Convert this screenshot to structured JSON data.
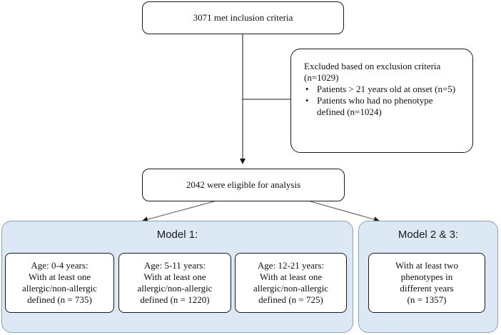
{
  "top_box": {
    "text": "3071 met inclusion criteria"
  },
  "exclusion_box": {
    "heading": "Excluded based on exclusion criteria (n=1029)",
    "items": [
      "Patients > 21 years old at onset (n=5)",
      "Patients who had no phenotype defined (n=1024)"
    ]
  },
  "eligible_box": {
    "text": "2042 were eligible for analysis"
  },
  "model1": {
    "title": "Model 1:",
    "groups": [
      {
        "lines": [
          "Age: 0-4 years:",
          "With at least one",
          "allergic/non-allergic",
          "defined (n = 735)"
        ]
      },
      {
        "lines": [
          "Age: 5-11 years:",
          "With at least one",
          "allergic/non-allergic",
          "defined (n = 1220)"
        ]
      },
      {
        "lines": [
          "Age: 12-21 years:",
          "With at least one",
          "allergic/non-allergic",
          "defined (n = 725)"
        ]
      }
    ]
  },
  "model23": {
    "title": "Model 2 & 3:",
    "lines": [
      "With at least two",
      "phenotypes in",
      "different years",
      "(n = 1357)"
    ]
  }
}
